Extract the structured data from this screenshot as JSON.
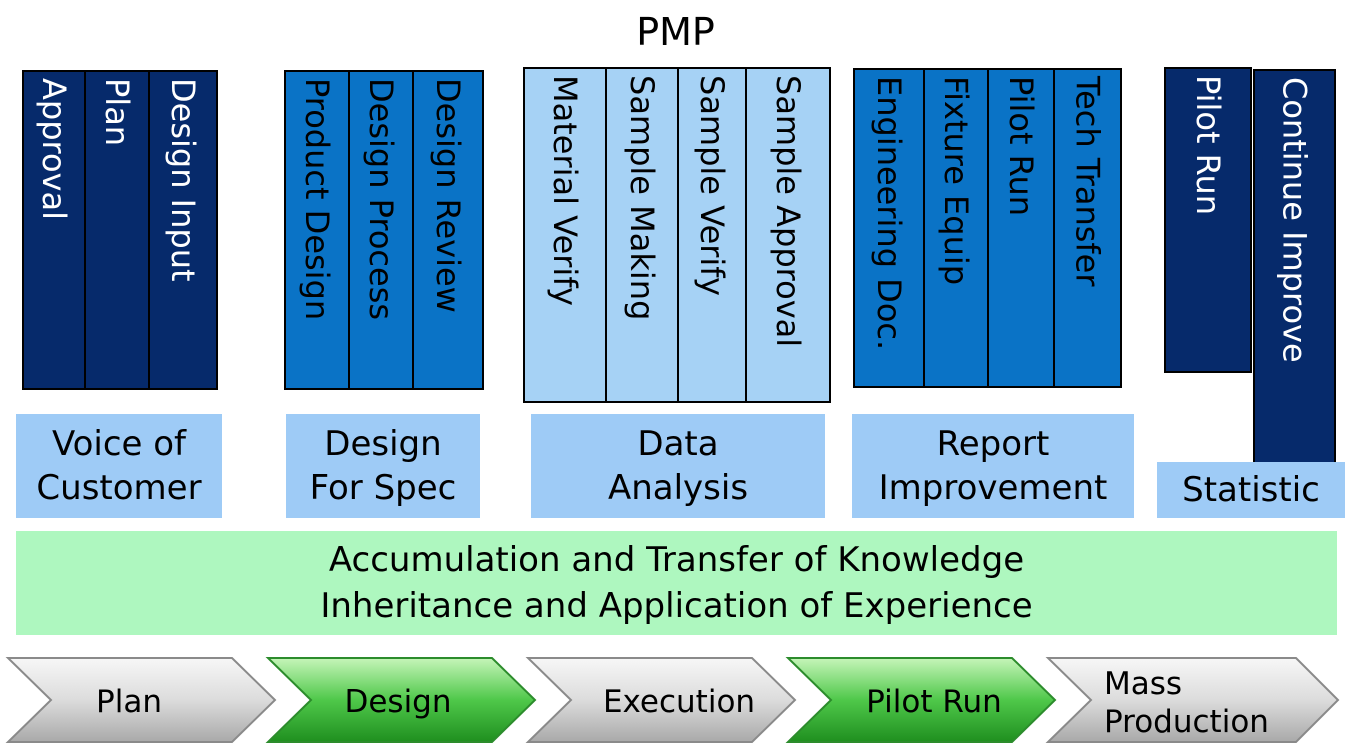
{
  "title": "PMP",
  "groups": [
    {
      "columns": [
        "Approval",
        "Plan",
        "Design Input"
      ],
      "label_lines": [
        "Voice of",
        "Customer"
      ]
    },
    {
      "columns": [
        "Product Design",
        "Design Process",
        "Design Review"
      ],
      "label_lines": [
        "Design",
        "For Spec"
      ]
    },
    {
      "columns": [
        "Material Verify",
        "Sample Making",
        "Sample Verify",
        "Sample Approval"
      ],
      "label_lines": [
        "Data",
        "Analysis"
      ]
    },
    {
      "columns": [
        "Engineering Doc.",
        "Fixture Equip",
        "Pilot Run",
        "Tech Transfer"
      ],
      "label_lines": [
        "Report",
        "Improvement"
      ]
    },
    {
      "columns": [
        "Pilot Run",
        "Continue  Improve"
      ],
      "label_lines": [
        "Statistic"
      ]
    }
  ],
  "knowledge_band": {
    "line1": "Accumulation and Transfer of Knowledge",
    "line2": "Inheritance and Application of Experience"
  },
  "process_steps": [
    {
      "label": "Plan",
      "color": "gray"
    },
    {
      "label": "Design",
      "color": "green"
    },
    {
      "label": "Execution",
      "color": "gray"
    },
    {
      "label": "Pilot Run",
      "color": "green"
    },
    {
      "label_lines": [
        "Mass",
        "Production"
      ],
      "color": "gray"
    }
  ],
  "colors": {
    "dark_blue": "#062a6b",
    "mid_blue": "#0a73c6",
    "light_blue": "#a6d2f5",
    "label_blue": "#9ecbf6",
    "band_green": "#aef7bf",
    "arrow_green": "#4fc84a",
    "arrow_gray": "#d4d4d4"
  }
}
